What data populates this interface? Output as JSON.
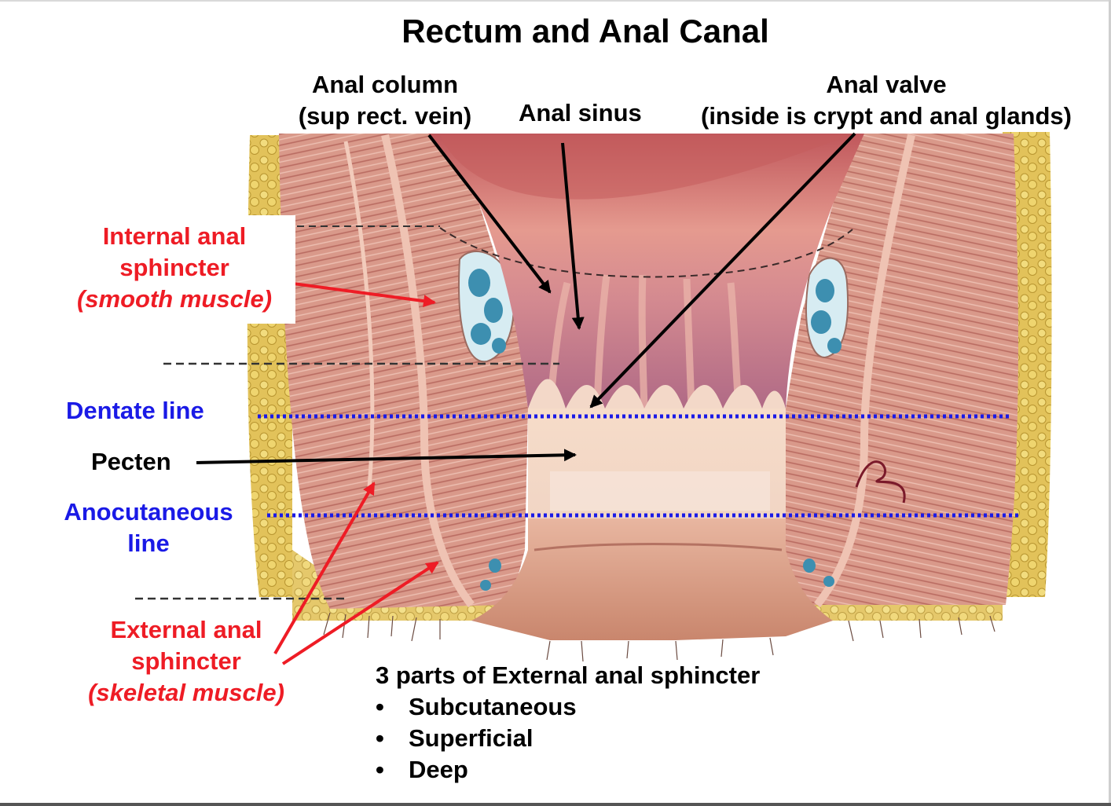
{
  "title": "Rectum and Anal Canal",
  "labels": {
    "anal_column": [
      "Anal column",
      "(sup rect. vein)"
    ],
    "anal_sinus": "Anal sinus",
    "anal_valve": [
      "Anal valve",
      "(inside is crypt and anal glands)"
    ],
    "internal_sphincter": [
      "Internal anal",
      "sphincter",
      "(smooth muscle)"
    ],
    "dentate_line": "Dentate line",
    "pecten": "Pecten",
    "anocutaneous_line": [
      "Anocutaneous",
      "line"
    ],
    "external_sphincter": [
      "External anal",
      "sphincter",
      "(skeletal muscle)"
    ]
  },
  "external_sphincter_parts": {
    "heading": "3 parts of External anal sphincter",
    "bullet": "•",
    "items": [
      "Subcutaneous",
      "Superficial",
      "Deep"
    ]
  },
  "colors": {
    "label_black": "#000000",
    "label_red": "#ee1c25",
    "label_blue": "#1a1ae6",
    "muscle": "#d99a88",
    "fat": "#e8c85a",
    "mucosa": "#c9706a",
    "vein": "#3d8fb0"
  }
}
